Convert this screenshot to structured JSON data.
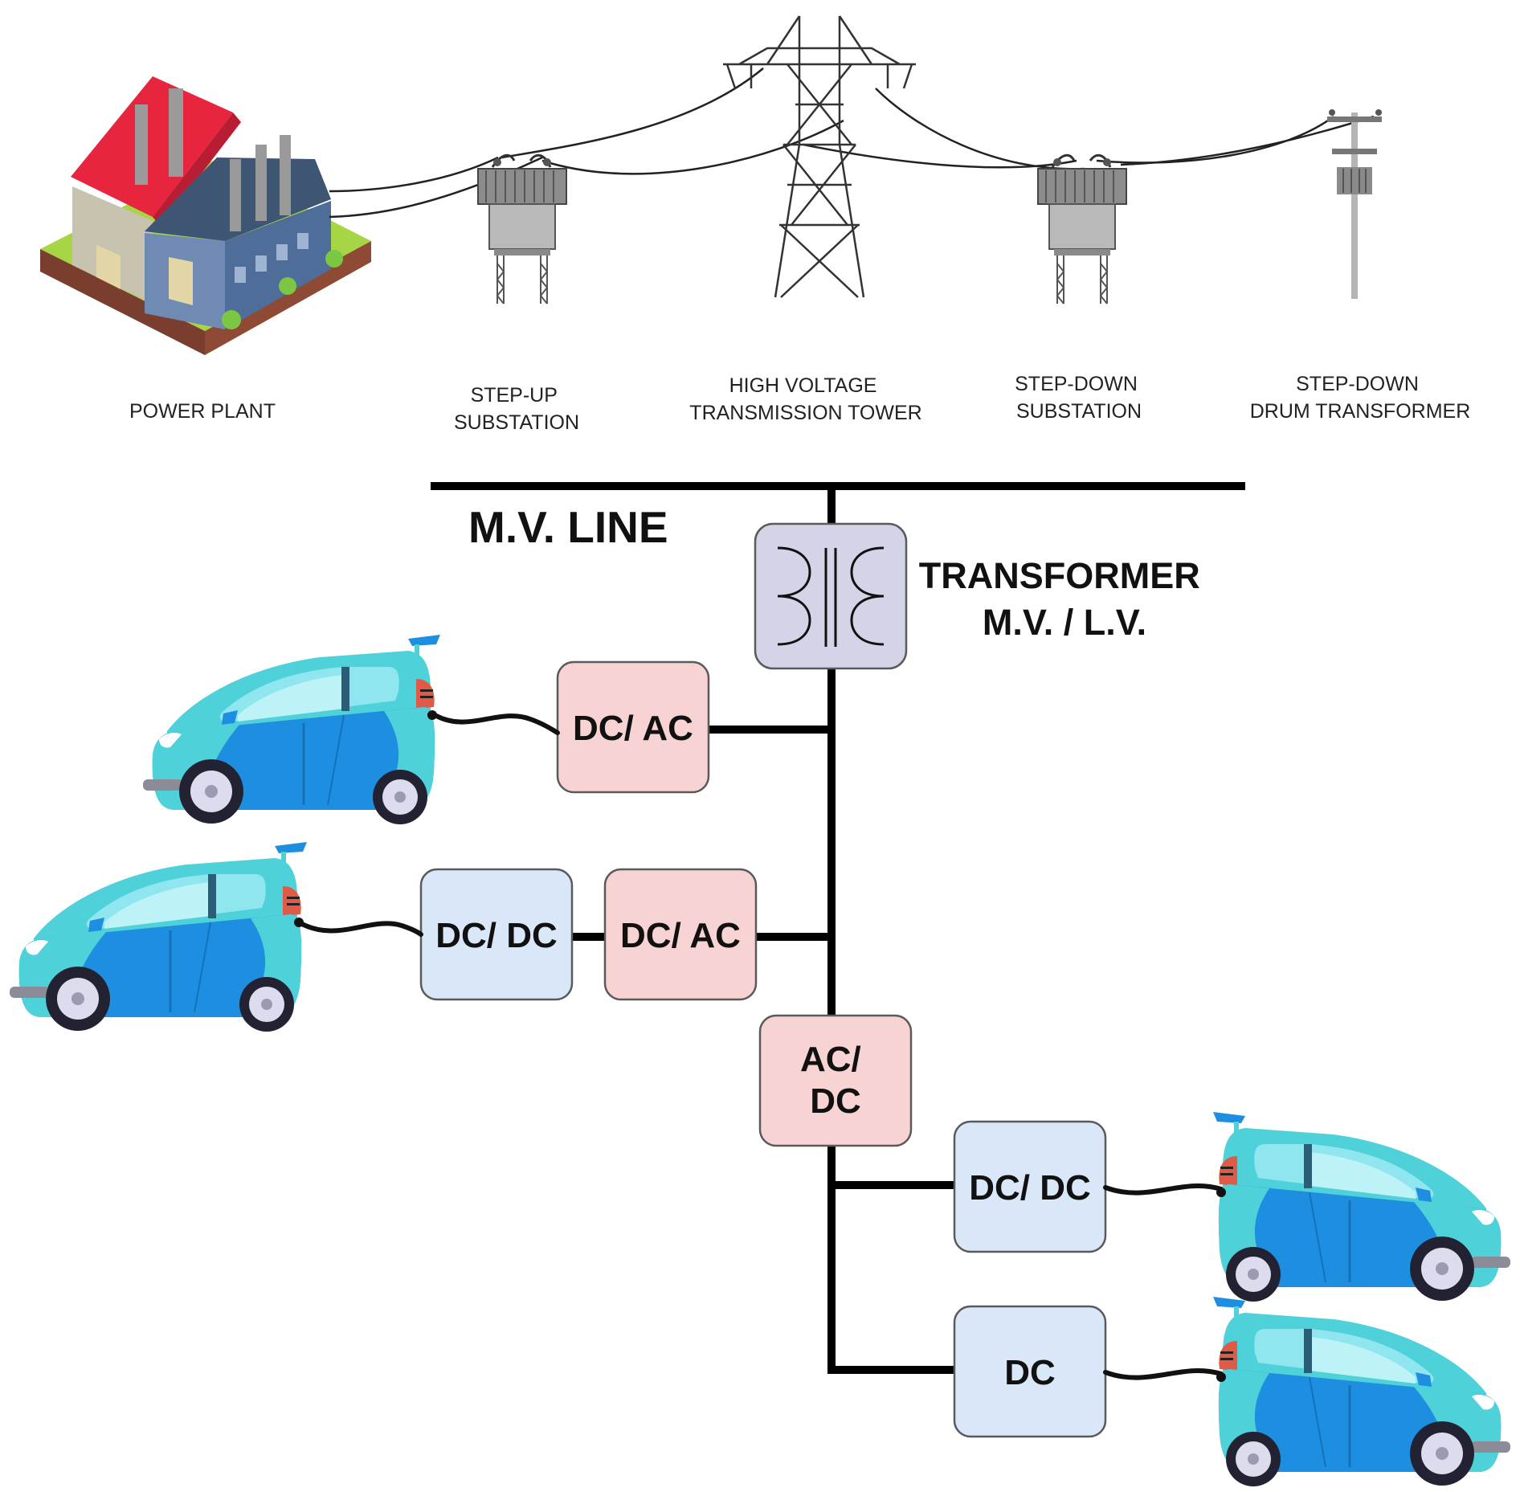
{
  "sources": [
    {
      "id": "power-plant",
      "lines": [
        "POWER PLANT"
      ]
    },
    {
      "id": "step-up-substation",
      "lines": [
        "STEP-UP",
        "SUBSTATION"
      ]
    },
    {
      "id": "transmission-tower",
      "lines": [
        "HIGH VOLTAGE",
        "TRANSMISSION TOWER"
      ]
    },
    {
      "id": "step-down-substation",
      "lines": [
        "STEP-DOWN",
        "SUBSTATION"
      ]
    },
    {
      "id": "drum-transformer",
      "lines": [
        "STEP-DOWN",
        "DRUM TRANSFORMER"
      ]
    }
  ],
  "mv_line_label": "M.V. LINE",
  "transformer": {
    "line1": "TRANSFORMER",
    "line2": "M.V. / L.V."
  },
  "converters": {
    "dc_ac_top": {
      "lines": [
        "DC/ AC"
      ],
      "kind": "ac"
    },
    "dc_dc_left": {
      "lines": [
        "DC/ DC"
      ],
      "kind": "dc"
    },
    "dc_ac_mid": {
      "lines": [
        "DC/ AC"
      ],
      "kind": "ac"
    },
    "ac_dc": {
      "lines": [
        "AC/",
        "DC"
      ],
      "kind": "ac"
    },
    "dc_dc_right": {
      "lines": [
        "DC/ DC"
      ],
      "kind": "dc"
    },
    "dc": {
      "lines": [
        "DC"
      ],
      "kind": "dc"
    }
  },
  "colors": {
    "ac_fill": "#f8d3d3",
    "dc_fill": "#dae7f8",
    "transformer_fill": "#d4d4e8",
    "box_stroke": "#5a5a5a",
    "bus": "#000000",
    "car_body": "#1e8ee0",
    "car_top": "#4fd1d9",
    "roof_red": "#e8253f",
    "building_blue": "#4e6d99"
  }
}
